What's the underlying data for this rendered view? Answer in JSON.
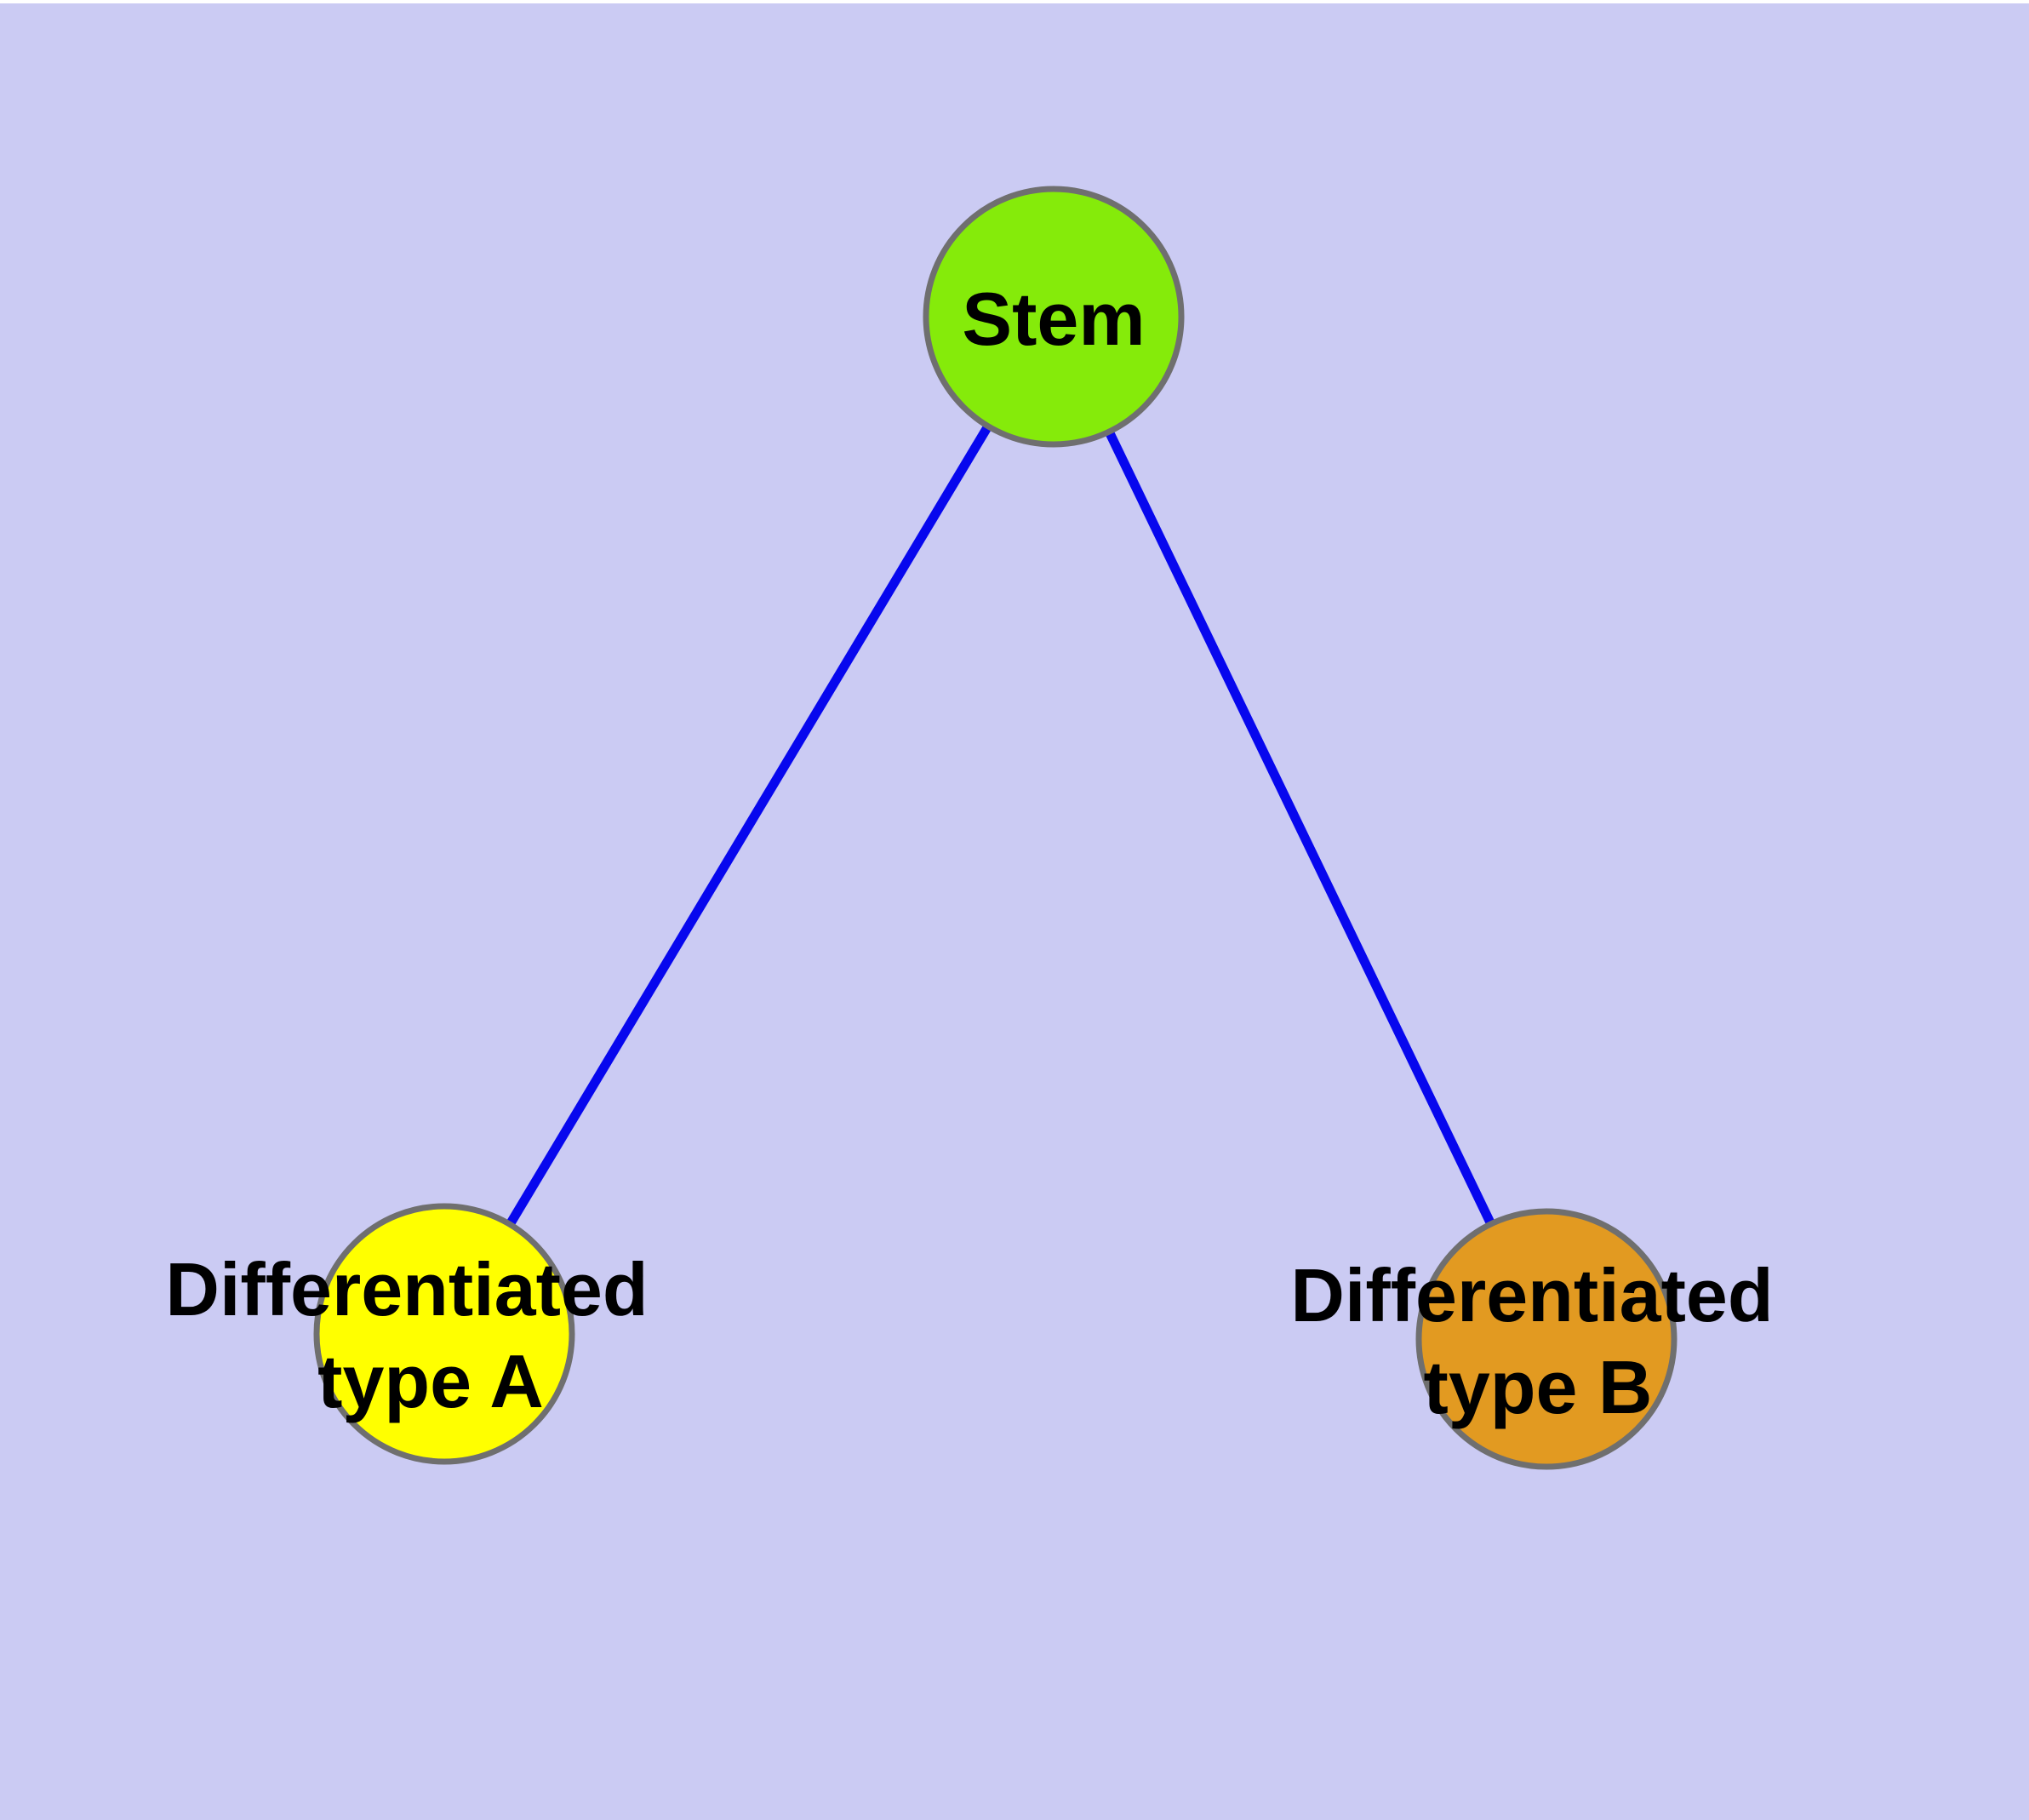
{
  "canvas": {
    "background_color": "#CBCBF3",
    "top_margin_color": "#FFFFFF",
    "text_color": "#000000"
  },
  "edges": {
    "color": "#0707EE",
    "border_color_of_nodes": "#6F6F6F",
    "connections": [
      {
        "from": "Stem",
        "to": "Differentiated type A"
      },
      {
        "from": "Stem",
        "to": "Differentiated type B"
      }
    ]
  },
  "nodes": {
    "stem": {
      "label": "Stem",
      "fill": "#85EB0A",
      "border": "#6F6F6F"
    },
    "type_a": {
      "label_line1": "Differentiated",
      "label_line2": "type A",
      "fill": "#FFFF00",
      "border": "#6F6F6F"
    },
    "type_b": {
      "label_line1": "Differentiated",
      "label_line2": "type B",
      "fill": "#E29A21",
      "border": "#6F6F6F"
    }
  }
}
